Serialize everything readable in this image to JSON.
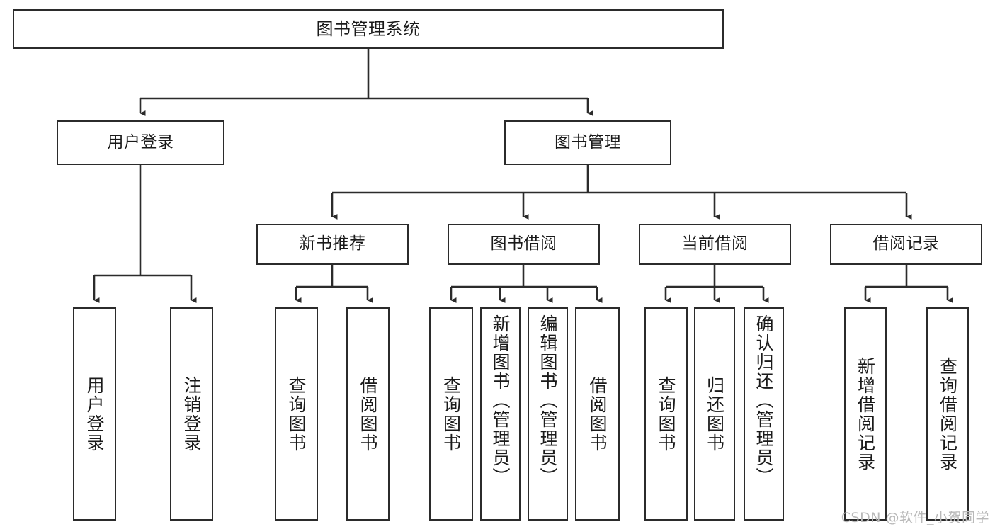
{
  "diagram": {
    "title": "图书管理系统",
    "type": "tree",
    "watermark": "CSDN @软件_小贺同学",
    "colors": {
      "stroke": "#2b2b2b",
      "fill": "#ffffff",
      "text": "#1a1a1a",
      "watermark": "#b9b9b9"
    },
    "levels": {
      "root": {
        "label": "图书管理系统"
      },
      "level1": [
        {
          "id": "user-login",
          "label": "用户登录"
        },
        {
          "id": "book-manage",
          "label": "图书管理"
        }
      ],
      "level2": [
        {
          "id": "new-book-recommend",
          "label": "新书推荐"
        },
        {
          "id": "book-borrow",
          "label": "图书借阅"
        },
        {
          "id": "current-borrow",
          "label": "当前借阅"
        },
        {
          "id": "borrow-record",
          "label": "借阅记录"
        }
      ],
      "leaves": {
        "user_login": [
          {
            "id": "leaf-user-login",
            "label": "用户登录"
          },
          {
            "id": "leaf-logout-login",
            "label": "注销登录"
          }
        ],
        "new_book_recommend": [
          {
            "id": "leaf-query-book-1",
            "label": "查询图书"
          },
          {
            "id": "leaf-borrow-book-1",
            "label": "借阅图书"
          }
        ],
        "book_borrow": [
          {
            "id": "leaf-query-book-2",
            "label": "查询图书"
          },
          {
            "id": "leaf-add-book",
            "label": "新增图书（管理员）"
          },
          {
            "id": "leaf-edit-book",
            "label": "编辑图书（管理员）"
          },
          {
            "id": "leaf-borrow-book-2",
            "label": "借阅图书"
          }
        ],
        "current_borrow": [
          {
            "id": "leaf-query-book-3",
            "label": "查询图书"
          },
          {
            "id": "leaf-return-book",
            "label": "归还图书"
          },
          {
            "id": "leaf-confirm-return",
            "label": "确认归还（管理员）"
          }
        ],
        "borrow_record": [
          {
            "id": "leaf-add-record",
            "label": "新增借阅记录"
          },
          {
            "id": "leaf-query-record",
            "label": "查询借阅记录"
          }
        ]
      }
    }
  }
}
